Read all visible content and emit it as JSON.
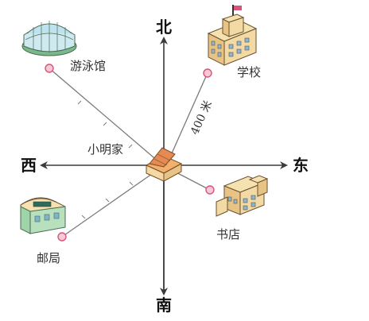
{
  "directions": {
    "north": "北",
    "south": "南",
    "east": "东",
    "west": "西"
  },
  "places": {
    "home": "小明家",
    "pool": "游泳馆",
    "school": "学校",
    "bookstore": "书店",
    "post_office": "邮局"
  },
  "distance_label": "400 米",
  "icons": {
    "home": "house-icon",
    "pool": "stadium-icon",
    "school": "school-building-icon",
    "bookstore": "bookstore-building-icon",
    "post_office": "post-office-building-icon"
  },
  "colors": {
    "axis": "#3a3a3a",
    "path": "#7a7a7a",
    "marker": "#d9537a",
    "building_wall": "#f3d9a4",
    "building_roof": "#e0a85a",
    "pool_green": "#9fd3a8",
    "house_roof": "#e58a52"
  }
}
